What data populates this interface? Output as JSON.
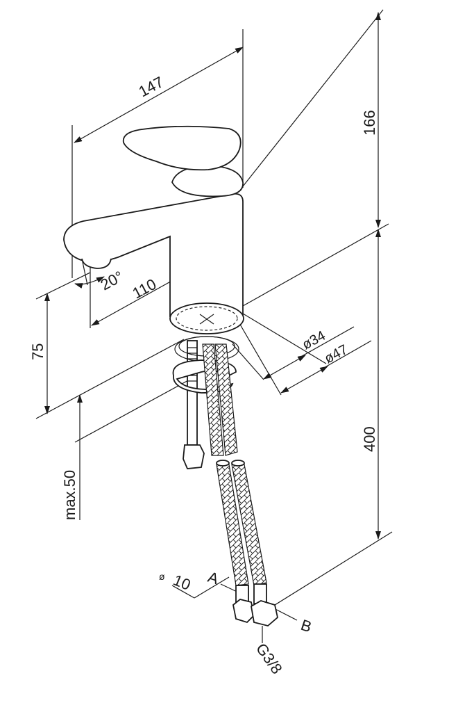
{
  "dimensions": {
    "spout_reach_total": "147",
    "height_top": "166",
    "spout_angle": "20°",
    "spout_reach_center": "110",
    "spout_height": "75",
    "diameter_inner": "ø34",
    "diameter_outer": "ø47",
    "hose_length": "400",
    "max_deck_thickness": "max.50",
    "hose_diameter_symbol": "ø",
    "hose_diameter": "10",
    "hose_a_label": "A",
    "hose_b_label": "B",
    "thread_size": "G3/8"
  },
  "colors": {
    "line": "#1a1a1a",
    "background": "#ffffff"
  }
}
